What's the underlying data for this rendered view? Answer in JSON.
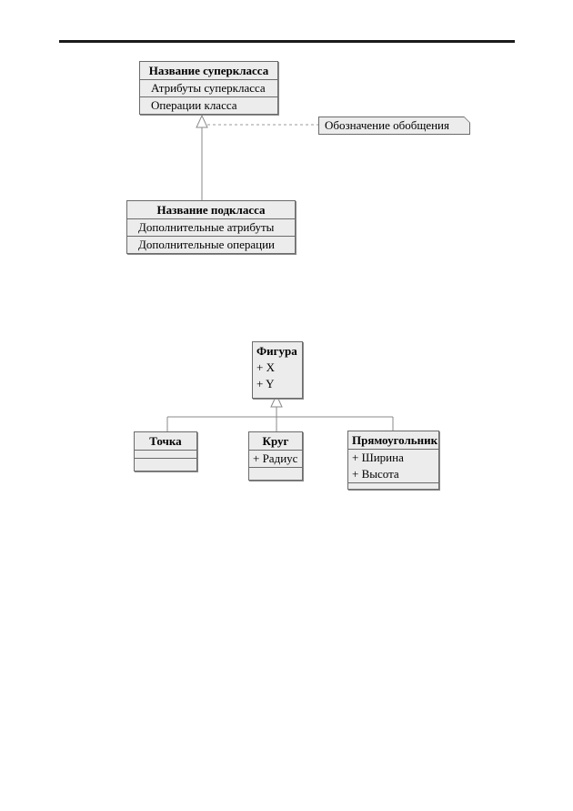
{
  "diagram1": {
    "superclass": {
      "name": "Название суперкласса",
      "attributes": "Атрибуты суперкласса",
      "operations": "Операции класса"
    },
    "note": "Обозначение обобщения",
    "subclass": {
      "name": "Название подкласса",
      "attributes": "Дополнительные атрибуты",
      "operations": "Дополнительные операции"
    }
  },
  "diagram2": {
    "figure": {
      "name": "Фигура",
      "attributes": [
        "+ X",
        "+ Y"
      ]
    },
    "point": {
      "name": "Точка"
    },
    "circle": {
      "name": "Круг",
      "attributes": [
        "+ Радиус"
      ]
    },
    "rectangle": {
      "name": "Прямоугольник",
      "attributes": [
        "+ Ширина",
        "+ Высота"
      ]
    }
  },
  "colors": {
    "box_fill": "#ececec",
    "box_border": "#6b6b6b",
    "line": "#8a8a8a"
  }
}
